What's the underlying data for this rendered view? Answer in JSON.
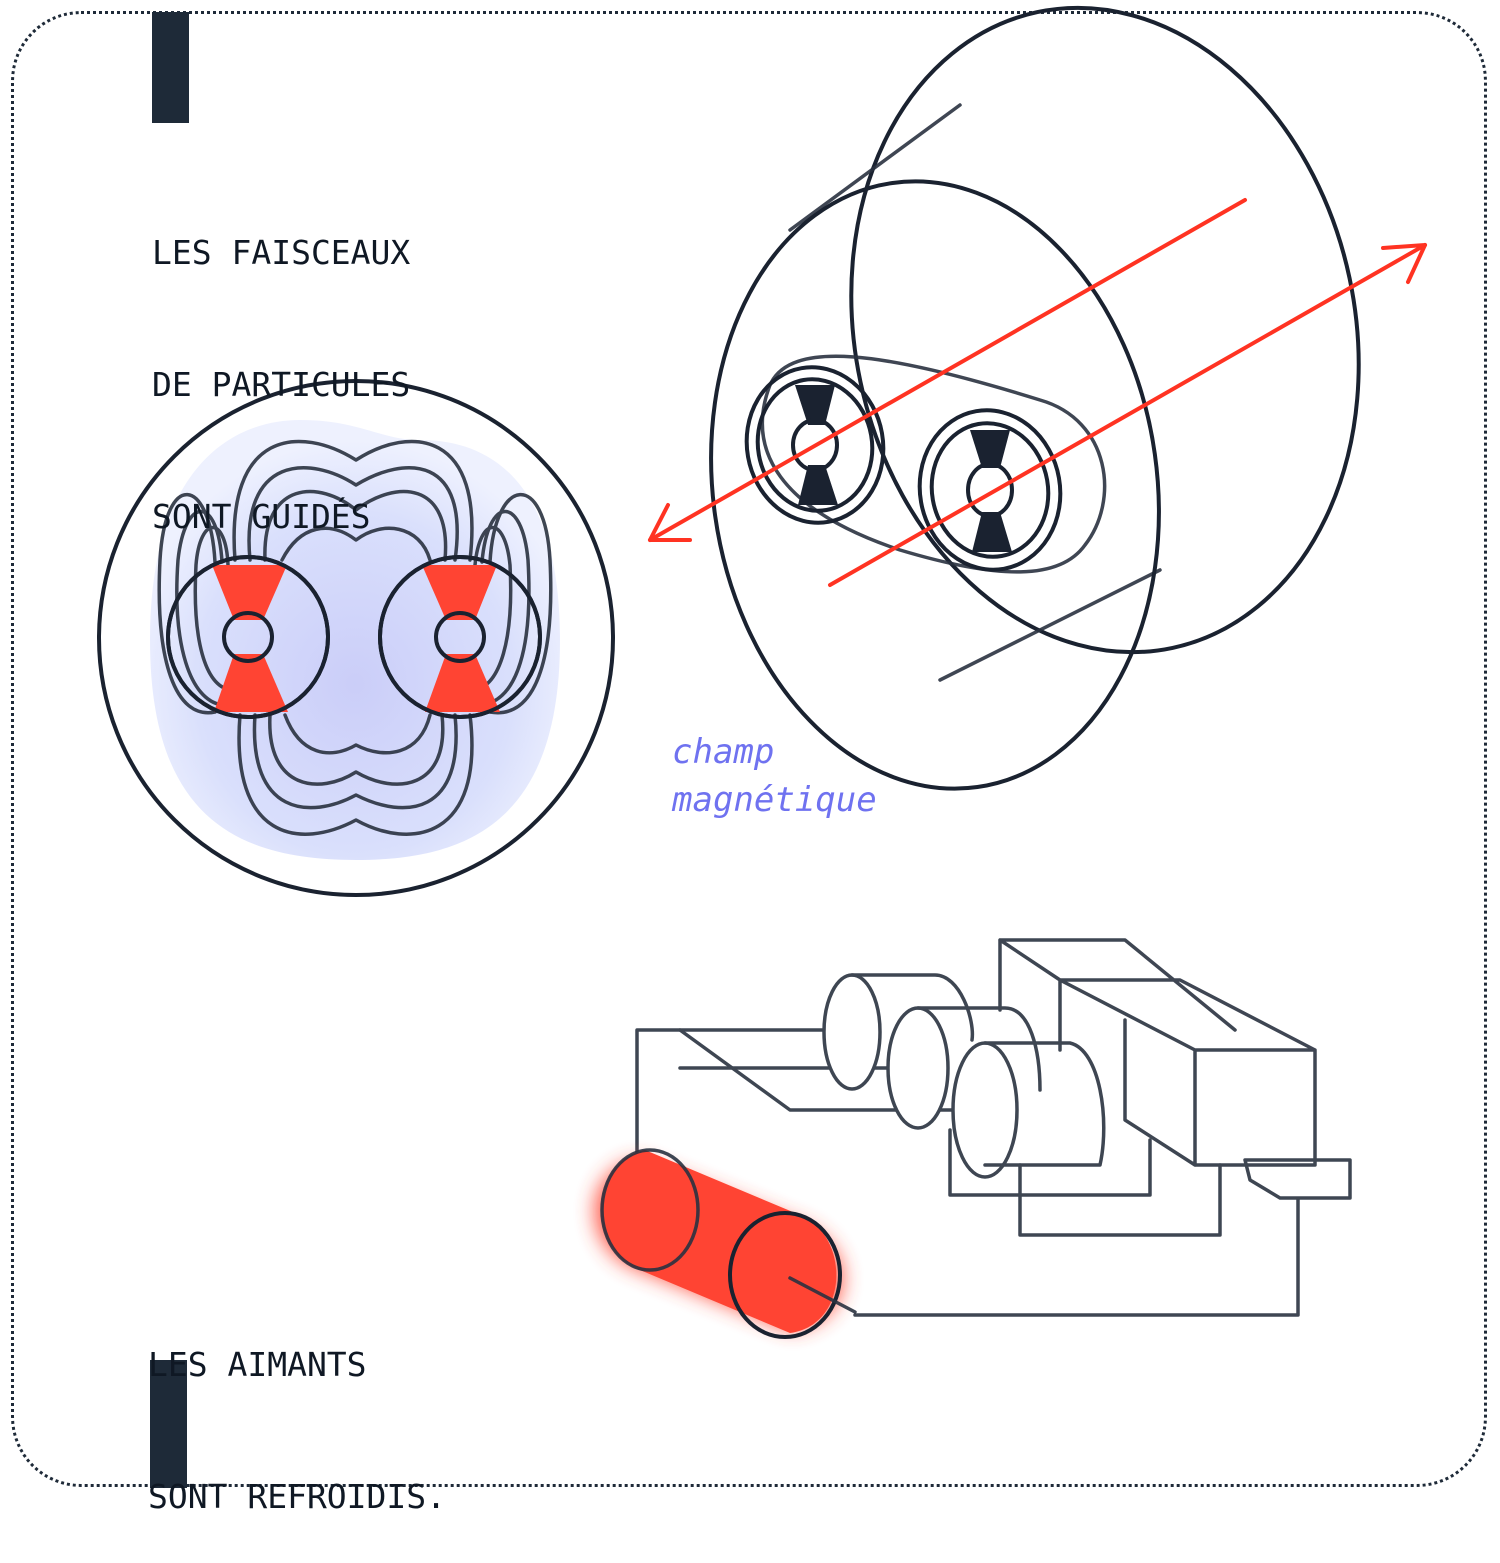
{
  "title_block": {
    "lines": [
      "LES FAISCEAUX",
      "DE PARTICULES",
      "SONT GUIDÉS"
    ]
  },
  "bottom_block": {
    "lines": [
      "LES AIMANTS",
      "SONT REFROIDIS."
    ]
  },
  "field_label": {
    "lines": [
      "champ",
      "magnétique"
    ]
  },
  "colors": {
    "ink": "#1a2230",
    "accent_red": "#ff4433",
    "field_blue": "#c9d1fb",
    "label_violet": "#6f72f0",
    "frame": "#1e2a38"
  },
  "illustrations": [
    {
      "id": "dipole-cross-section",
      "description": "Cross-section of twin-aperture dipole magnet with magnetic field lines"
    },
    {
      "id": "beam-pipe-cylinder",
      "description": "Cylindrical magnet with two beam apertures and opposing red particle-beam arrows"
    },
    {
      "id": "cryogenic-system",
      "description": "Line drawing of cooling machinery with a red glowing cylinder"
    }
  ]
}
